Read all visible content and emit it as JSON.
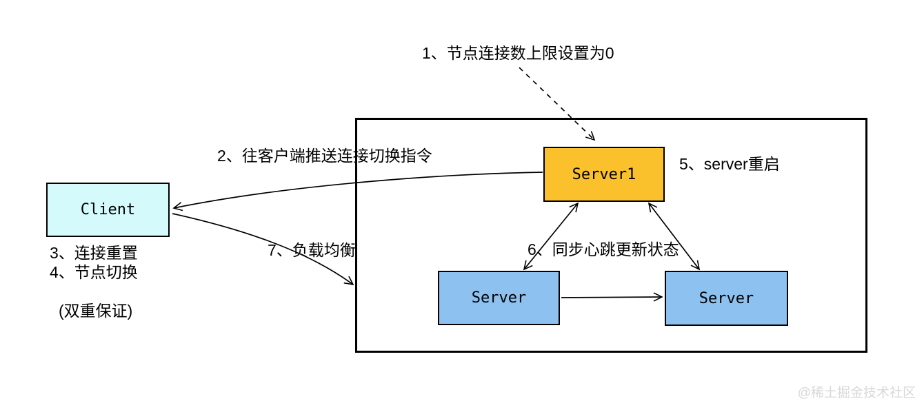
{
  "colors": {
    "server1-fill": "#FBC12D",
    "server-fill": "#8DC1F0",
    "client-fill": "#D5FAFC",
    "border": "#000000",
    "text": "#000000",
    "watermark": "#D8D8D8"
  },
  "nodes": {
    "client": {
      "label": "Client"
    },
    "server1": {
      "label": "Server1"
    },
    "server_left": {
      "label": "Server"
    },
    "server_right": {
      "label": "Server"
    }
  },
  "annotations": {
    "step1": "1、节点连接数上限设置为0",
    "step2": "2、往客户端推送连接切换指令",
    "step3": "3、连接重置",
    "step4": "4、节点切换",
    "step5": "5、server重启",
    "step6": "6、同步心跳更新状态",
    "step7": "7、负载均衡",
    "guarantee": "(双重保证)"
  },
  "watermark": "@稀土掘金技术社区"
}
